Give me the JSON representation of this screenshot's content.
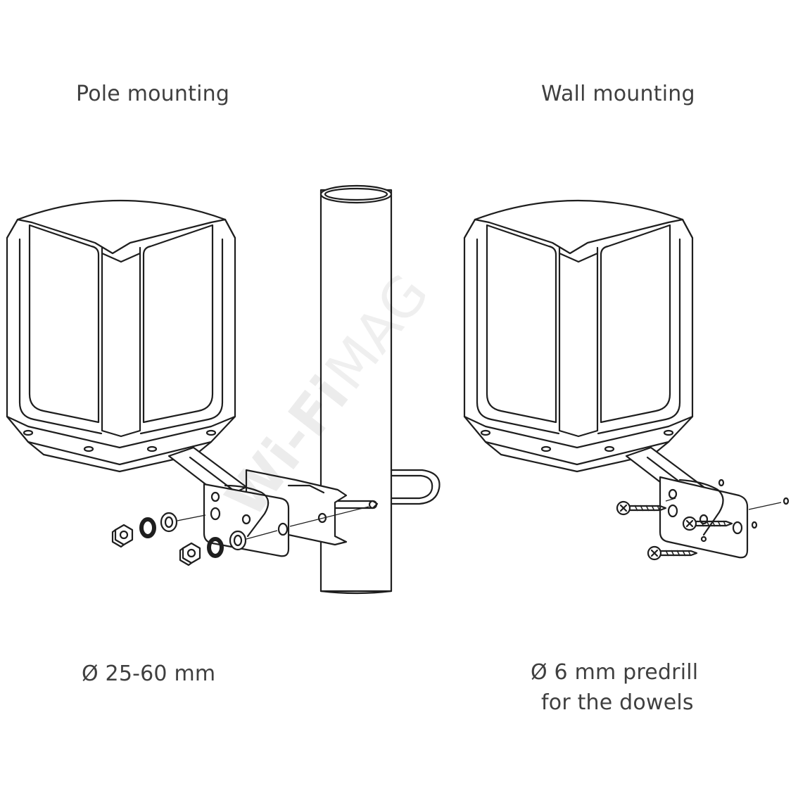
{
  "pole_section": {
    "title": "Pole mounting",
    "dimension": "Ø  25-60 mm"
  },
  "wall_section": {
    "title": "Wall mounting",
    "dimension_line1": "Ø  6 mm predrill",
    "dimension_line2": "for the dowels"
  },
  "watermark": {
    "bold_part": "Wi-Fi",
    "light_part": "MAG"
  },
  "colors": {
    "line": "#1e1e1e",
    "text": "#3f3f3f",
    "background": "#ffffff"
  }
}
